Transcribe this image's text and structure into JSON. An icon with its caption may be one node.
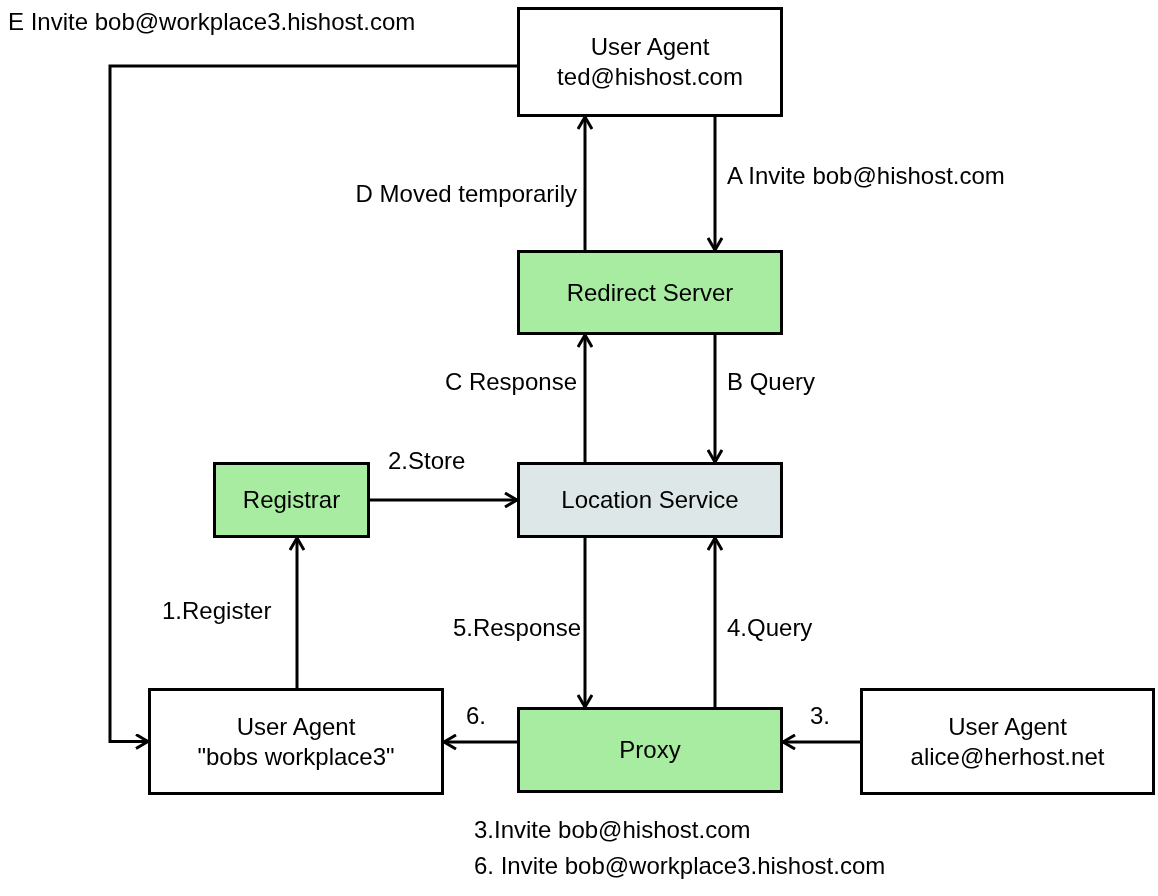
{
  "diagram": {
    "nodes": [
      {
        "text": [
          "User Agent",
          "ted@hishost.com"
        ]
      },
      {
        "text": [
          "Redirect Server"
        ]
      },
      {
        "text": [
          "Registrar"
        ]
      },
      {
        "text": [
          "Location Service"
        ]
      },
      {
        "text": [
          "User Agent",
          "\"bobs workplace3\""
        ]
      },
      {
        "text": [
          "Proxy"
        ]
      },
      {
        "text": [
          "User Agent",
          "alice@herhost.net"
        ]
      }
    ],
    "edges": [
      {
        "from": 0,
        "to": 1,
        "arrow": "to",
        "label": "A Invite bob@hishost.com"
      },
      {
        "from": 1,
        "to": 0,
        "arrow": "to",
        "label": "D Moved temporarily"
      },
      {
        "from": 1,
        "to": 3,
        "arrow": "to",
        "label": "B Query"
      },
      {
        "from": 3,
        "to": 1,
        "arrow": "to",
        "label": "C Response"
      },
      {
        "from": 2,
        "to": 3,
        "arrow": "to",
        "label": "2.Store"
      },
      {
        "from": 4,
        "to": 2,
        "arrow": "to",
        "label": "1.Register"
      },
      {
        "from": 3,
        "to": 5,
        "arrow": "to",
        "label": "5.Response"
      },
      {
        "from": 5,
        "to": 3,
        "arrow": "to",
        "label": "4.Query"
      },
      {
        "from": 6,
        "to": 5,
        "arrow": "to",
        "label": "3."
      },
      {
        "from": 5,
        "to": 4,
        "arrow": "to",
        "label": "6."
      },
      {
        "from": 0,
        "to": 4,
        "arrow": "to",
        "label": "E Invite bob@workplace3.hishost.com"
      }
    ],
    "labels": [
      "3.Invite bob@hishost.com",
      "6. Invite bob@workplace3.hishost.com"
    ]
  }
}
